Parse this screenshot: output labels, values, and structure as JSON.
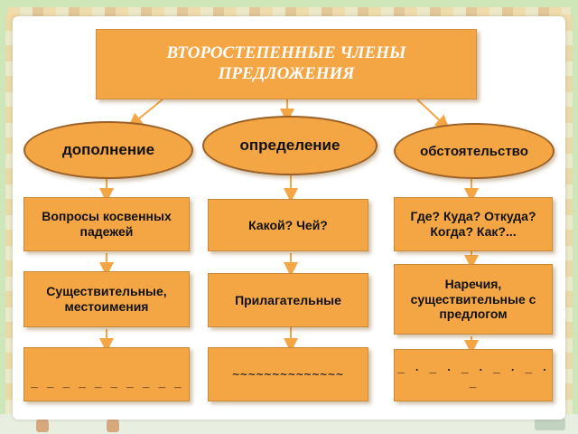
{
  "title": {
    "line1": "ВТОРОСТЕПЕННЫЕ ЧЛЕНЫ",
    "line2": "ПРЕДЛОЖЕНИЯ"
  },
  "columns": [
    {
      "oval": "дополнение",
      "question": {
        "line1": "Вопросы косвенных",
        "line2": "падежей"
      },
      "parts": {
        "line1": "Существительные,",
        "line2": "местоимения"
      },
      "underline": "_ _ _ _ _ _ _ _ _ _"
    },
    {
      "oval": "определение",
      "question": {
        "line1": "Какой? Чей?"
      },
      "parts": {
        "line1": "Прилагательные"
      },
      "underline": "~~~~~~~~~~~~~~"
    },
    {
      "oval": "обстоятельство",
      "question": {
        "line1": "Где? Куда? Откуда?",
        "line2": "Когда? Как?..."
      },
      "parts": {
        "line1": "Наречия,",
        "line2": "существительные с",
        "line3": "предлогом"
      },
      "underline": "_ . _ . _ . _ . _ . _"
    }
  ],
  "colors": {
    "box_fill": "#f4a644",
    "box_border": "#c88a3b",
    "oval_border": "#9b6126",
    "arrow": "#f4a644",
    "title_text": "#ffffff"
  }
}
